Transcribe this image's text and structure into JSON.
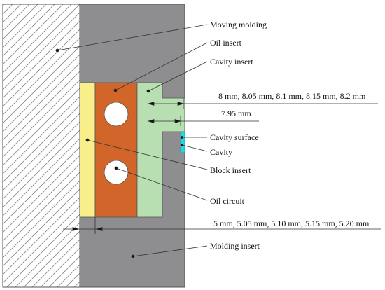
{
  "labels": {
    "moving_molding": "Moving molding",
    "oil_insert": "Oil insert",
    "cavity_insert": "Cavity insert",
    "gap_top": "8 mm, 8.05 mm, 8.1 mm, 8.15 mm, 8.2 mm",
    "gap_mid": "7.95 mm",
    "cavity_surface": "Cavity surface",
    "cavity": "Cavity",
    "block_insert": "Block insert",
    "oil_circuit": "Oil circuit",
    "gap_bottom": "5 mm, 5.05 mm, 5.10 mm, 5.15 mm, 5.20 mm",
    "molding_insert": "Molding insert"
  },
  "colors": {
    "moving_molding": "#ffffff",
    "hatch": "#8c8c8c",
    "molding_insert": "#8e8e90",
    "block_insert": "#f8ef8a",
    "oil_insert": "#d1652a",
    "cavity_insert": "#b7dfb2",
    "cavity": "#23d8e6",
    "oil_circuit": "#ffffff",
    "leader": "#333333"
  }
}
